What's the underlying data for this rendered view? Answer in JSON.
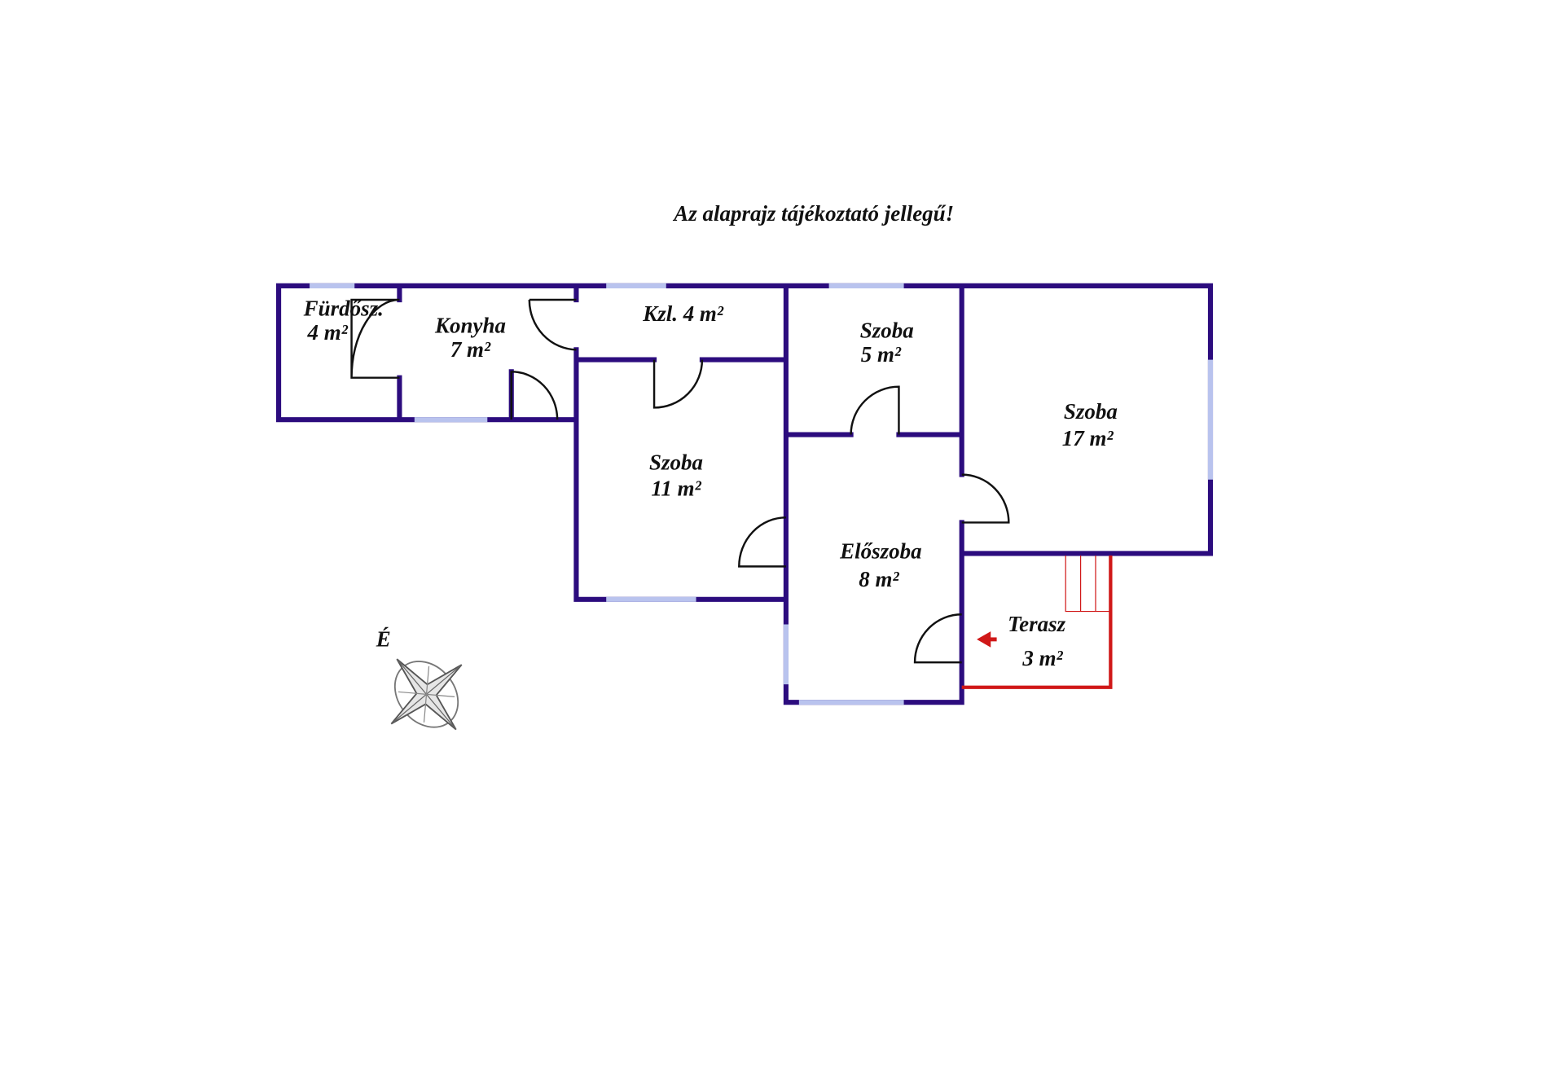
{
  "title": "Az alaprajz tájékoztató jellegű!",
  "compass_label": "É",
  "rooms": [
    {
      "name": "Fürdősz.",
      "area": "4 m²"
    },
    {
      "name": "Konyha",
      "area": "7 m²"
    },
    {
      "name": "Kzl. 4 m²",
      "area": ""
    },
    {
      "name": "Szoba",
      "area": "5 m²"
    },
    {
      "name": "Szoba",
      "area": "17 m²"
    },
    {
      "name": "Szoba",
      "area": "11 m²"
    },
    {
      "name": "Előszoba",
      "area": "8 m²"
    },
    {
      "name": "Terasz",
      "area": "3 m²"
    }
  ],
  "colors": {
    "wall": "#2c0c7e",
    "window": "#b9c3ee",
    "terrace": "#d01818"
  }
}
